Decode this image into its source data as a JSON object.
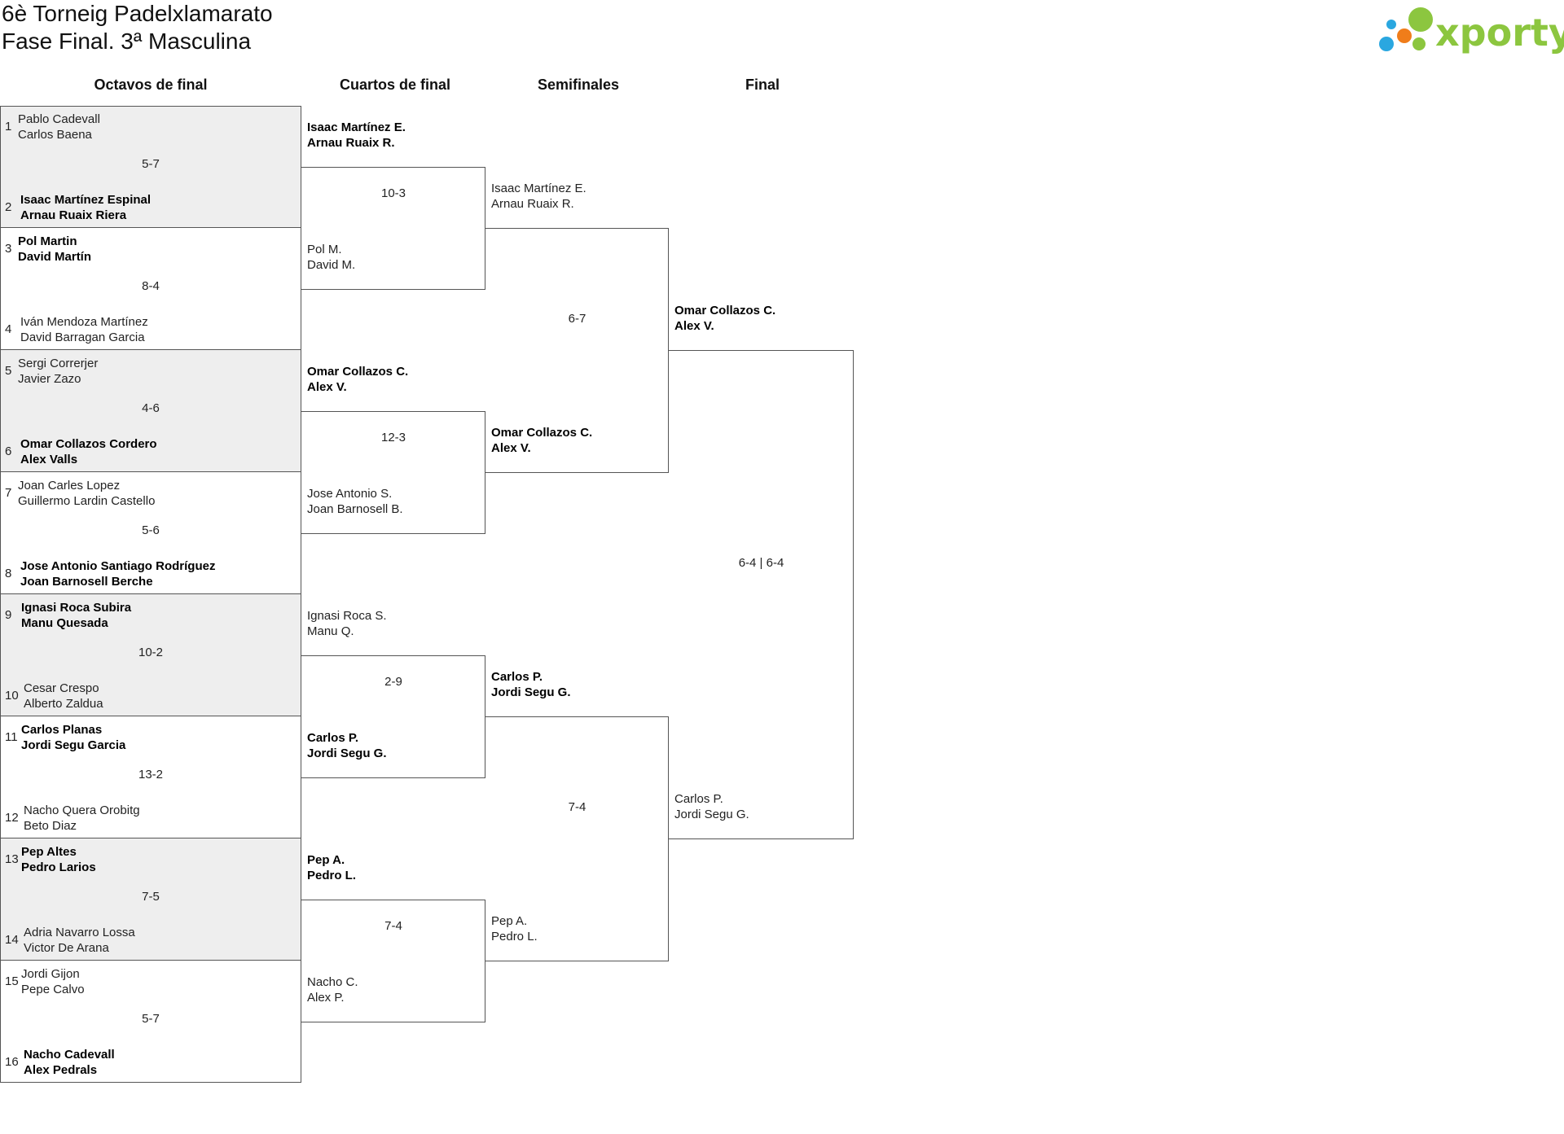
{
  "header": {
    "title_line1": "6è Torneig Padelxlamarato",
    "title_line2": "Fase Final. 3ª Masculina",
    "logo_text": "xporty",
    "logo_colors": [
      "#2aa7e0",
      "#f07d1a",
      "#8cc63f"
    ]
  },
  "rounds": [
    "Octavos de final",
    "Cuartos de final",
    "Semifinales",
    "Final"
  ],
  "r1": [
    {
      "seed_a": "1",
      "a1": "Pablo Cadevall",
      "a2": "Carlos Baena",
      "score": "5-7",
      "seed_b": "2",
      "b1": "Isaac Martínez Espinal",
      "b2": "Arnau Ruaix Riera",
      "winner": "b"
    },
    {
      "seed_a": "3",
      "a1": "Pol Martin",
      "a2": "David Martín",
      "score": "8-4",
      "seed_b": "4",
      "b1": "Iván Mendoza Martínez",
      "b2": "David Barragan Garcia",
      "winner": "a"
    },
    {
      "seed_a": "5",
      "a1": "Sergi Correrjer",
      "a2": "Javier Zazo",
      "score": "4-6",
      "seed_b": "6",
      "b1": "Omar Collazos Cordero",
      "b2": "Alex Valls",
      "winner": "b"
    },
    {
      "seed_a": "7",
      "a1": "Joan Carles Lopez",
      "a2": "Guillermo Lardin Castello",
      "score": "5-6",
      "seed_b": "8",
      "b1": "Jose Antonio Santiago Rodríguez",
      "b2": "Joan Barnosell Berche",
      "winner": "b"
    },
    {
      "seed_a": "9",
      "a1": "Ignasi Roca Subira",
      "a2": "Manu Quesada",
      "score": "10-2",
      "seed_b": "10",
      "b1": "Cesar Crespo",
      "b2": "Alberto Zaldua",
      "winner": "a"
    },
    {
      "seed_a": "11",
      "a1": "Carlos Planas",
      "a2": "Jordi Segu Garcia",
      "score": "13-2",
      "seed_b": "12",
      "b1": "Nacho Quera Orobitg",
      "b2": "Beto Diaz",
      "winner": "a"
    },
    {
      "seed_a": "13",
      "a1": "Pep Altes",
      "a2": "Pedro Larios",
      "score": "7-5",
      "seed_b": "14",
      "b1": "Adria Navarro Lossa",
      "b2": "Victor De Arana",
      "winner": "a"
    },
    {
      "seed_a": "15",
      "a1": "Jordi Gijon",
      "a2": "Pepe Calvo",
      "score": "5-7",
      "seed_b": "16",
      "b1": "Nacho Cadevall",
      "b2": "Alex Pedrals",
      "winner": "b"
    }
  ],
  "r2": [
    {
      "a1": "Isaac Martínez E.",
      "a2": "Arnau Ruaix R.",
      "score": "10-3",
      "b1": "Pol M.",
      "b2": "David M.",
      "winner": "a"
    },
    {
      "a1": "Omar Collazos C.",
      "a2": "Alex V.",
      "score": "12-3",
      "b1": "Jose Antonio S.",
      "b2": "Joan Barnosell B.",
      "winner": "a"
    },
    {
      "a1": "Ignasi Roca S.",
      "a2": "Manu Q.",
      "score": "2-9",
      "b1": "Carlos P.",
      "b2": "Jordi Segu G.",
      "winner": "b"
    },
    {
      "a1": "Pep A.",
      "a2": "Pedro L.",
      "score": "7-4",
      "b1": "Nacho C.",
      "b2": "Alex P.",
      "winner": "a"
    }
  ],
  "r3": [
    {
      "a1": "Isaac Martínez E.",
      "a2": "Arnau Ruaix R.",
      "score": "6-7",
      "b1": "Omar Collazos C.",
      "b2": "Alex V.",
      "winner": "b"
    },
    {
      "a1": "Carlos P.",
      "a2": "Jordi Segu G.",
      "score": "7-4",
      "b1": "Pep A.",
      "b2": "Pedro L.",
      "winner": "a"
    }
  ],
  "final": {
    "a1": "Omar Collazos C.",
    "a2": "Alex V.",
    "score": "6-4 | 6-4",
    "b1": "Carlos P.",
    "b2": "Jordi Segu G.",
    "winner": "a"
  }
}
